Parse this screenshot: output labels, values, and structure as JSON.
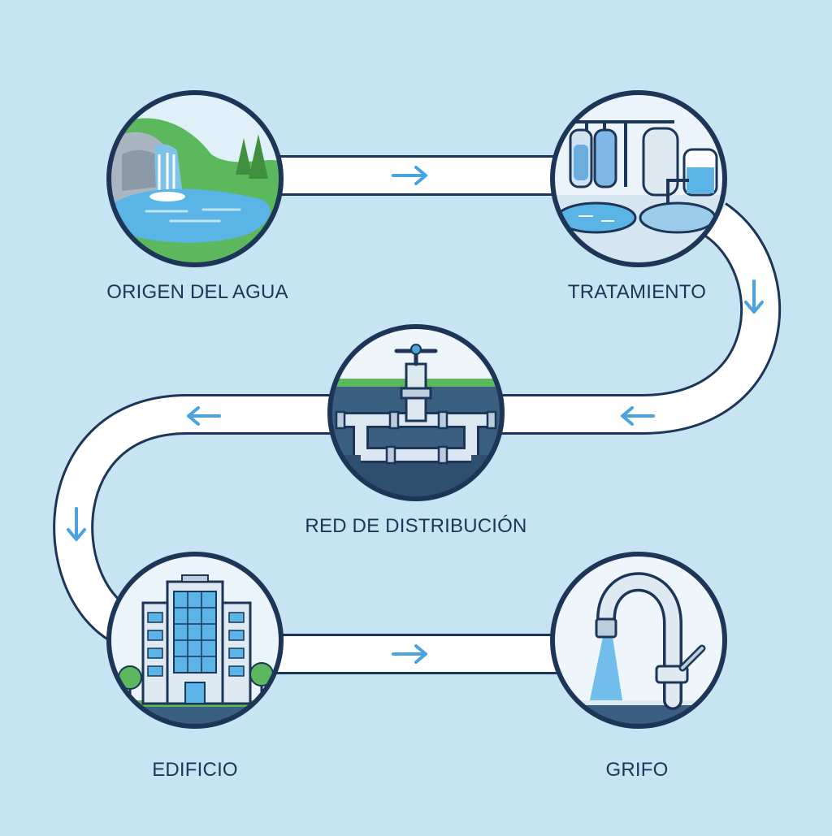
{
  "diagram": {
    "steps": [
      {
        "id": "origin",
        "label": "ORIGEN DEL AGUA",
        "icon": "waterfall-lake-icon"
      },
      {
        "id": "treatment",
        "label": "TRATAMIENTO",
        "icon": "treatment-plant-icon"
      },
      {
        "id": "network",
        "label": "RED DE DISTRIBUCIÓN",
        "icon": "underground-pipes-icon"
      },
      {
        "id": "building",
        "label": "EDIFICIO",
        "icon": "building-icon"
      },
      {
        "id": "tap",
        "label": "GRIFO",
        "icon": "faucet-icon"
      }
    ],
    "flow": [
      "origin",
      "treatment",
      "network",
      "building",
      "tap"
    ]
  },
  "colors": {
    "background": "#c6e4f2",
    "outline": "#1d3557",
    "pipe": "#ffffff",
    "arrow": "#4aa3df",
    "water": "#5ab4e6",
    "grass": "#58b04a"
  }
}
